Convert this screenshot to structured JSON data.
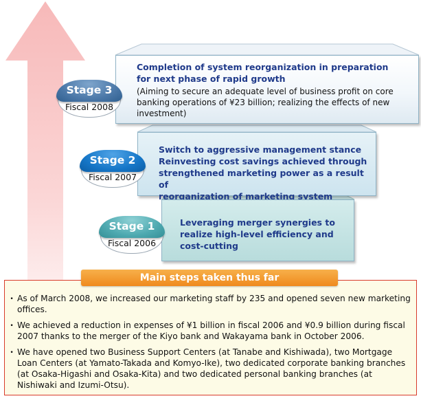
{
  "stages": [
    {
      "stage_label": "Stage 3",
      "fiscal_label": "Fiscal 2008",
      "title": "Completion of system reorganization in preparation\nfor next phase of rapid growth",
      "note": "(Aiming to secure an adequate level of business profit on core\n banking operations of ¥23 billion; realizing the effects of new\n investment)"
    },
    {
      "stage_label": "Stage 2",
      "fiscal_label": "Fiscal 2007",
      "title": "Switch to aggressive management stance\nReinvesting cost savings achieved through\nstrengthened marketing power as a result of\nreorganization of marketing system"
    },
    {
      "stage_label": "Stage 1",
      "fiscal_label": "Fiscal 2006",
      "title": "Leveraging merger synergies to\nrealize high-level efficiency and\ncost-cutting"
    }
  ],
  "main_steps": {
    "header": "Main steps taken thus far",
    "items": [
      "As of March 2008, we increased our marketing staff by 235 and opened seven new marketing offices.",
      "We achieved a reduction in expenses of ¥1 billion in fiscal 2006 and ¥0.9 billion during fiscal 2007 thanks to the merger of the Kiyo bank and Wakayama bank in October 2006.",
      "We have opened two Business Support Centers (at Tanabe and Kishiwada), two Mortgage Loan Centers (at Yamato-Takada and Komyo-Ike), two dedicated corporate banking branches (at Osaka-Higashi and Osaka-Kita) and two dedicated personal banking branches (at Nishiwaki and Izumi-Otsu)."
    ]
  },
  "colors": {
    "arrow": "#f4a6a6",
    "header": "#ef8a1e",
    "border": "#d83a2a",
    "title_text": "#1f3a8a"
  }
}
